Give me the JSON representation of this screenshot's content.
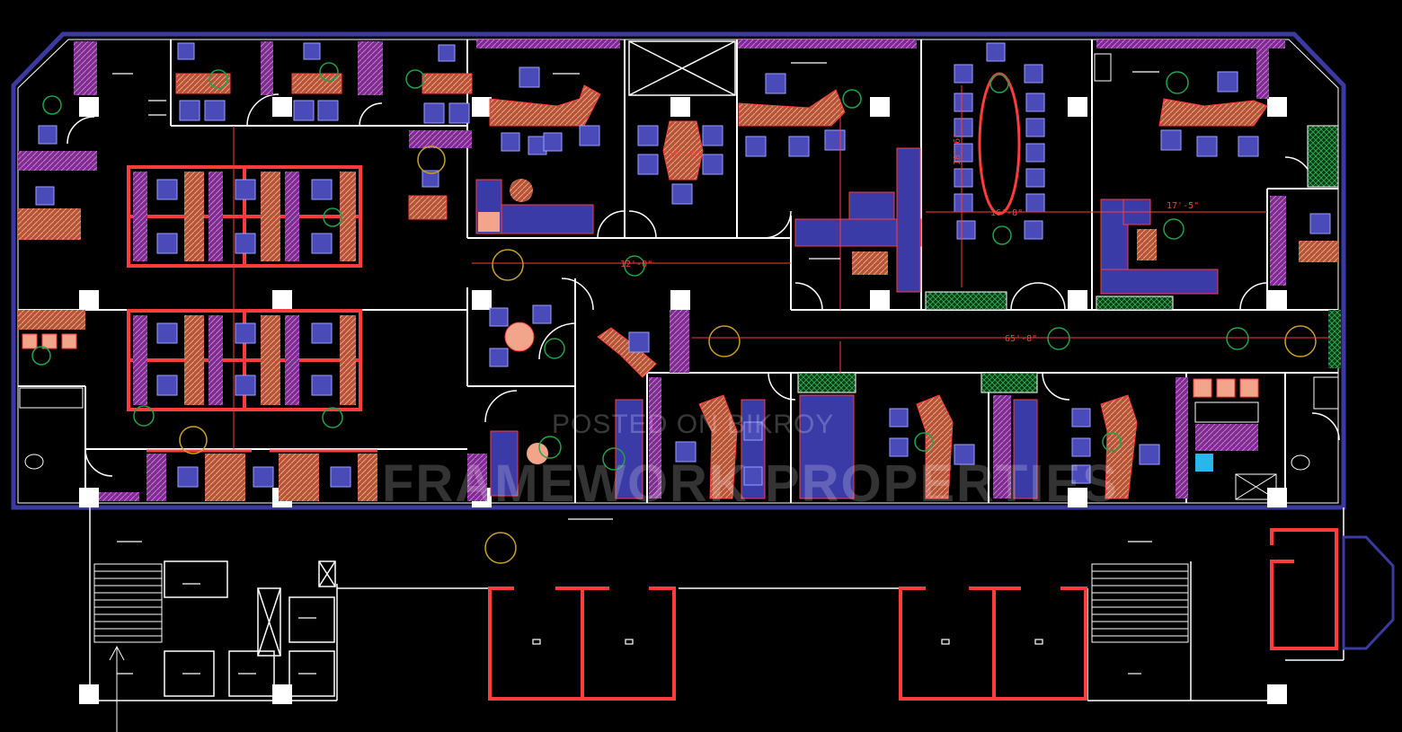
{
  "colors": {
    "background": "#000000",
    "wall": "#ffffff",
    "dimension": "#ff3b3b",
    "chair": "#5a5ac8",
    "desk": "#e06a4a",
    "partition": "#a04bb0",
    "plant": "#1fa34a",
    "outer_wall": "#3a3aa0"
  },
  "dimensions": {
    "conference_table": "10'-6\"",
    "center_span": "12'-0\"",
    "board_room_width": "16'-8\"",
    "ceo_room": "17'-5\"",
    "corridor": "65'-8\"",
    "board_table_length": "18'-6\""
  },
  "watermark": {
    "line1": "POSTED ON BIKROY",
    "line2": "FRAMEWORK PROPERTIES"
  }
}
